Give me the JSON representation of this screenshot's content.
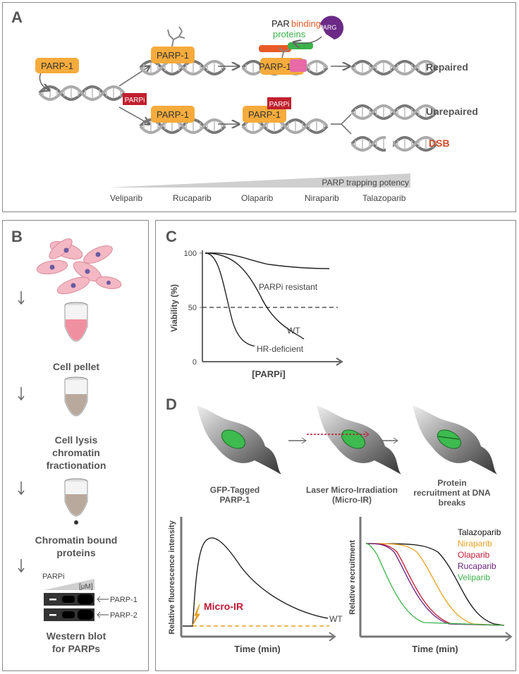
{
  "panel_a": {
    "label": "A",
    "parp1": "PARP-1",
    "parpi_tag": "PARPi",
    "parg": "PARG",
    "par_binding_1": "PAR",
    "par_binding_2": "binding",
    "par_binding_3": "proteins",
    "repaired": "Repaired",
    "unrepaired": "Unrepaired",
    "dsb": "DSB",
    "potency_label": "PARP trapping potency",
    "drugs": [
      "Veliparib",
      "Rucaparib",
      "Olaparib",
      "Niraparib",
      "Talazoparib"
    ],
    "colors": {
      "parp_box": "#f6ab3c",
      "parpi_red": "#c0202e",
      "dsb_red": "#d14a2a",
      "parg_purple": "#6b2a86",
      "orange_bar": "#e85a26",
      "green_bar": "#3bb24a",
      "pink_box": "#e86aa6"
    }
  },
  "panel_b": {
    "label": "B",
    "cell_pellet": "Cell pellet",
    "lysis_1": "Cell lysis",
    "lysis_2": "chromatin",
    "lysis_3": "fractionation",
    "bound_1": "Chromatin bound",
    "bound_2": "proteins",
    "parpi": "PARPi",
    "um": "[µM]",
    "parp1": "PARP-1",
    "parp2": "PARP-2",
    "wb_1": "Western blot",
    "wb_2": "for PARPs"
  },
  "panel_c": {
    "label": "C",
    "ylabel": "Viability (%)",
    "xlabel": "[PARPi]",
    "yticks": [
      "100",
      "50",
      "0"
    ],
    "curve_resistant": "PARPi resistant",
    "curve_wt": "WT",
    "curve_hr": "HR-deficient"
  },
  "panel_d": {
    "label": "D",
    "step1_1": "GFP-Tagged",
    "step1_2": "PARP-1",
    "step2_1": "Laser Micro-Irradiation",
    "step2_2": "(Micro-IR)",
    "step3_1": "Protein",
    "step3_2": "recruitment at DNA",
    "step3_3": "breaks",
    "left_ylabel": "Relative fluorescence intensity",
    "left_xlabel": "Time (min)",
    "micro_ir": "Micro-IR",
    "wt": "WT",
    "right_ylabel": "Relative recruitment",
    "right_xlabel": "Time (min)",
    "legend": [
      {
        "name": "Talazoparib",
        "color": "#111111"
      },
      {
        "name": "Niraparib",
        "color": "#e8a020"
      },
      {
        "name": "Olaparib",
        "color": "#c21a35"
      },
      {
        "name": "Rucaparib",
        "color": "#6b1f7a"
      },
      {
        "name": "Veliparib",
        "color": "#3bb24a"
      }
    ]
  }
}
